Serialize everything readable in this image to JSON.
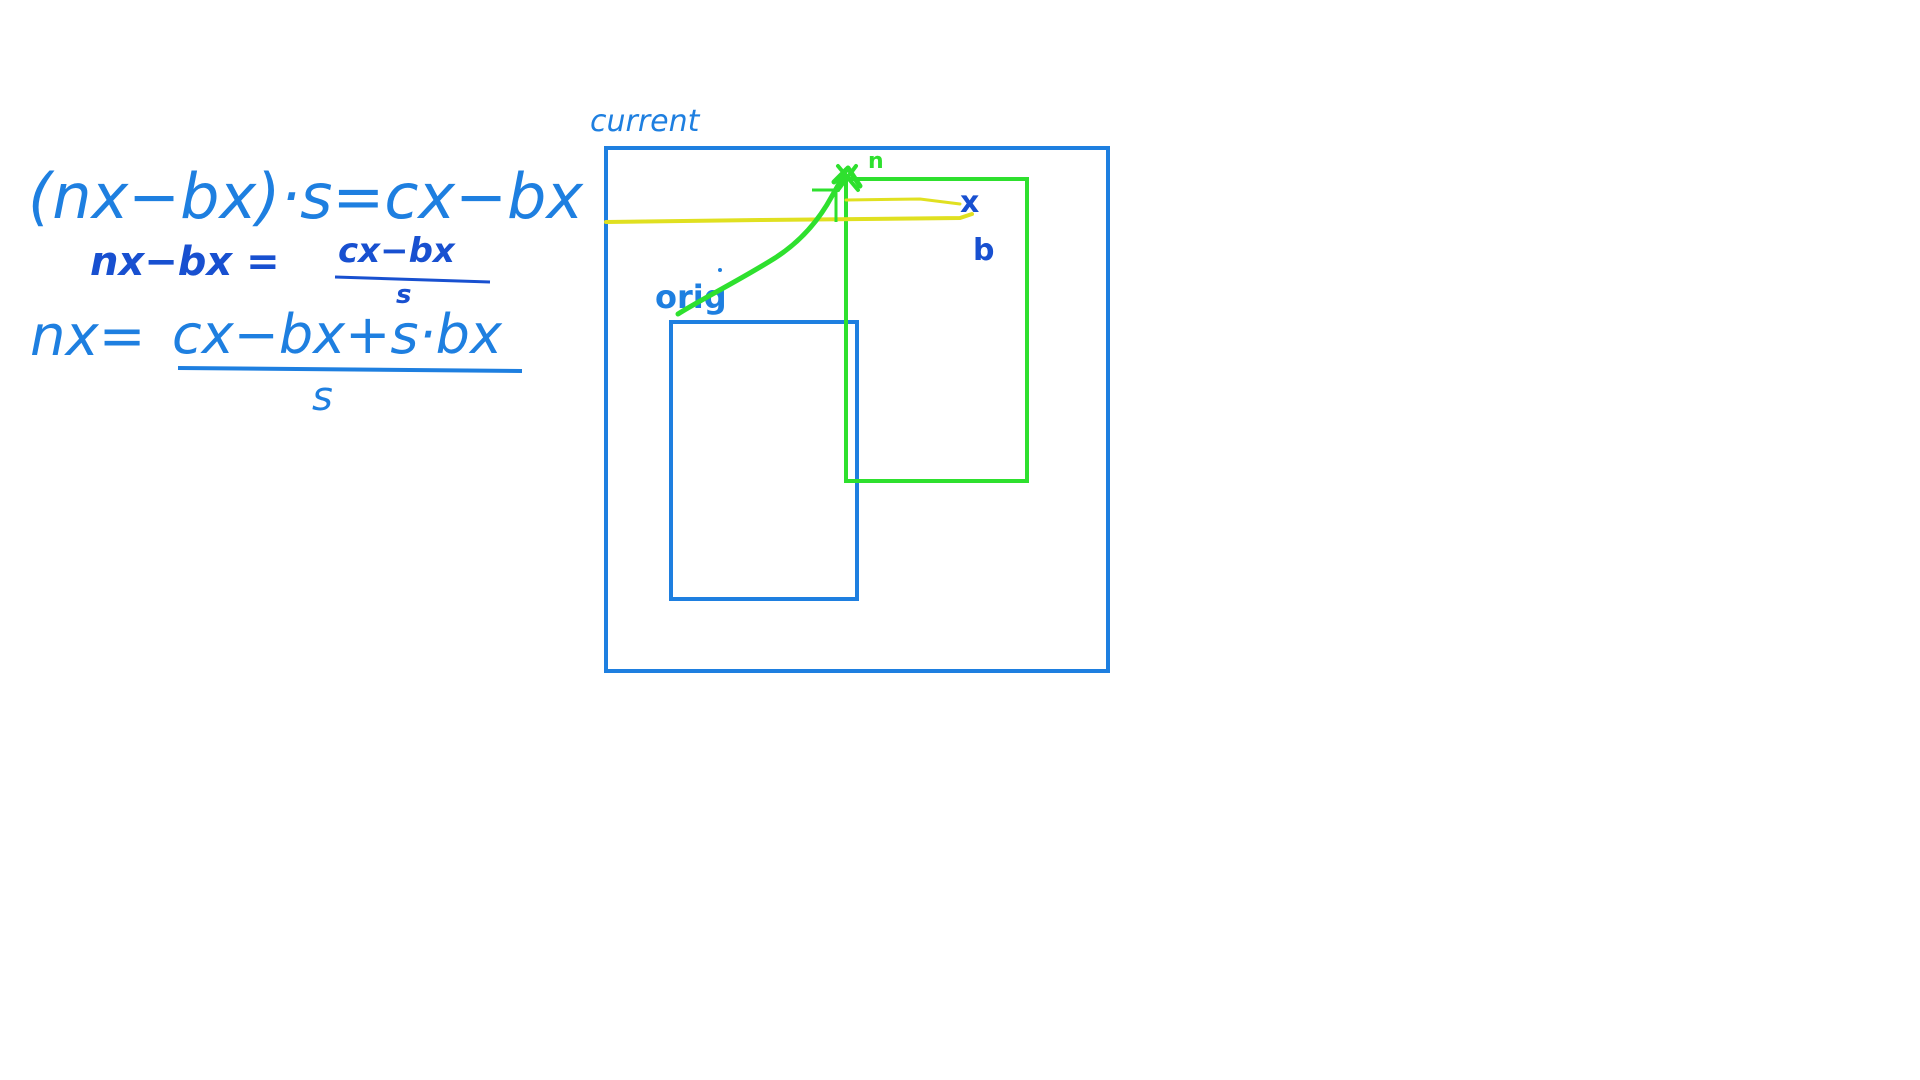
{
  "colors": {
    "background": "#ffffff",
    "blue": "#1e7fe0",
    "dark_blue": "#1850d0",
    "green": "#2ee02e",
    "yellow": "#e0e020"
  },
  "equations": {
    "line1": "(nx−bx)·s=cx−bx",
    "line2_lhs": "nx−bx =",
    "line2_num": "cx−bx",
    "line2_den": "s",
    "line3_lhs": "nx=",
    "line3_num": "cx−bx+s·bx",
    "line3_den": "s"
  },
  "labels": {
    "current": "current",
    "orig": "orig",
    "n": "n",
    "b": "b",
    "x_mark": "x"
  }
}
